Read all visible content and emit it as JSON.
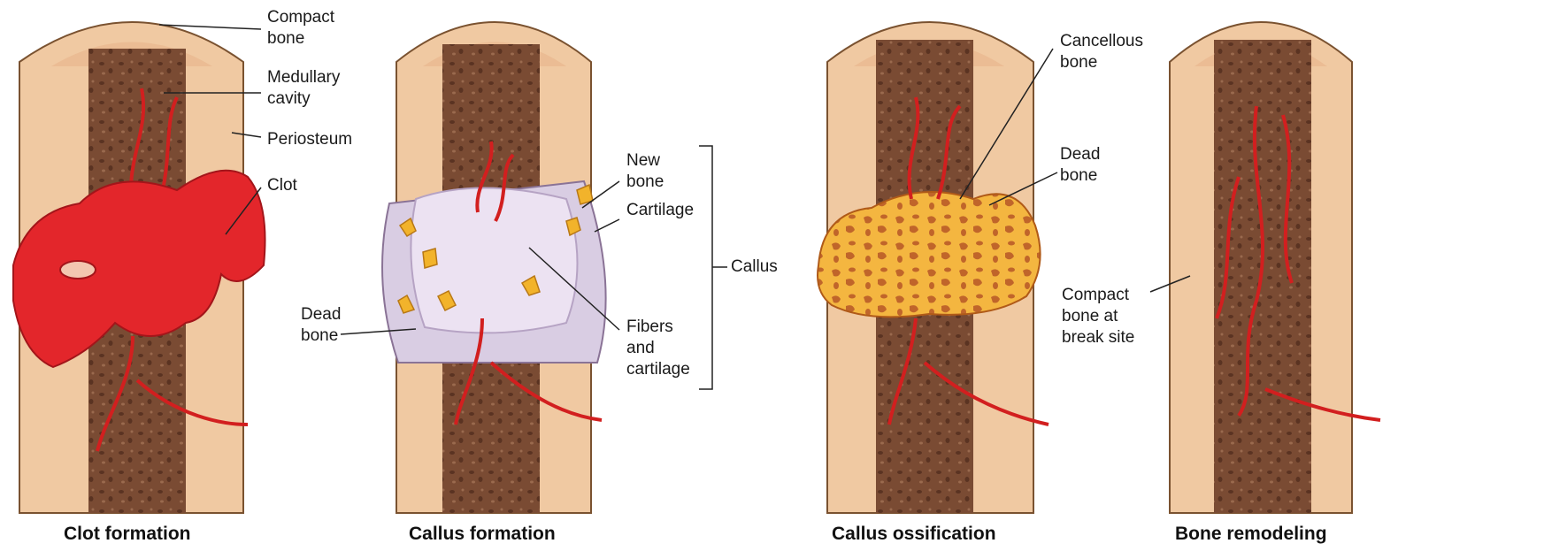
{
  "colors": {
    "bone": "#f0c9a2",
    "bone_dark": "#d9a47a",
    "bone_outline": "#7a5230",
    "marrow": "#7a4b33",
    "vessel": "#d21f1f",
    "clot": "#e3262b",
    "cartilage": "#e9dcee",
    "new_bone": "#f2b32b",
    "cancellous": "#f4b640"
  },
  "stages": [
    {
      "caption": "Clot formation",
      "labels": {
        "compact_bone": "Compact\nbone",
        "medullary_cavity": "Medullary\ncavity",
        "periosteum": "Periosteum",
        "clot": "Clot"
      }
    },
    {
      "caption": "Callus formation",
      "labels": {
        "new_bone": "New\nbone",
        "cartilage": "Cartilage",
        "dead_bone": "Dead\nbone",
        "fibers_and_cartilage": "Fibers\nand\ncartilage",
        "callus": "Callus"
      }
    },
    {
      "caption": "Callus ossification",
      "labels": {
        "cancellous_bone": "Cancellous\nbone",
        "dead_bone": "Dead\nbone"
      }
    },
    {
      "caption": "Bone remodeling",
      "labels": {
        "compact_bone_at_break_site": "Compact\nbone at\nbreak site"
      }
    }
  ]
}
